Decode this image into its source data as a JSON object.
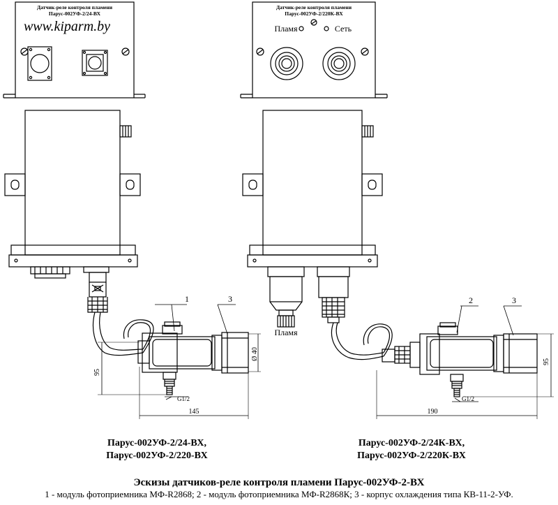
{
  "left_panel": {
    "plate_line1": "Датчик-реле контроля пламени",
    "plate_line2": "Парус-002УФ-2/24-ВХ",
    "watermark": "www.kiparm.by"
  },
  "right_panel": {
    "plate_line1": "Датчик-реле контроля пламени",
    "plate_line2": "Парус-002УФ-2/220К-ВХ",
    "label_flame": "Пламя",
    "label_network": "Сеть"
  },
  "bottom_labels": {
    "left_flame": "Пламя"
  },
  "callouts": {
    "left_1": "1",
    "left_3": "3",
    "right_2": "2",
    "right_3": "3"
  },
  "dimensions": {
    "left_width": "145",
    "left_height": "95",
    "left_diameter": "Ø 40",
    "left_thread": "G1/2",
    "right_width": "190",
    "right_height": "95",
    "right_thread": "G1/2"
  },
  "captions": {
    "left_line1": "Парус-002УФ-2/24-ВХ,",
    "left_line2": "Парус-002УФ-2/220-ВХ",
    "right_line1": "Парус-002УФ-2/24К-ВХ,",
    "right_line2": "Парус-002УФ-2/220К-ВХ"
  },
  "title": "Эскизы датчиков-реле контроля пламени Парус-002УФ-2-ВХ",
  "legend": "1 - модуль фотоприемника МФ-R2868; 2 - модуль фотоприемника МФ-R2868К; 3 - корпус охлаждения типа КВ-11-2-УФ."
}
